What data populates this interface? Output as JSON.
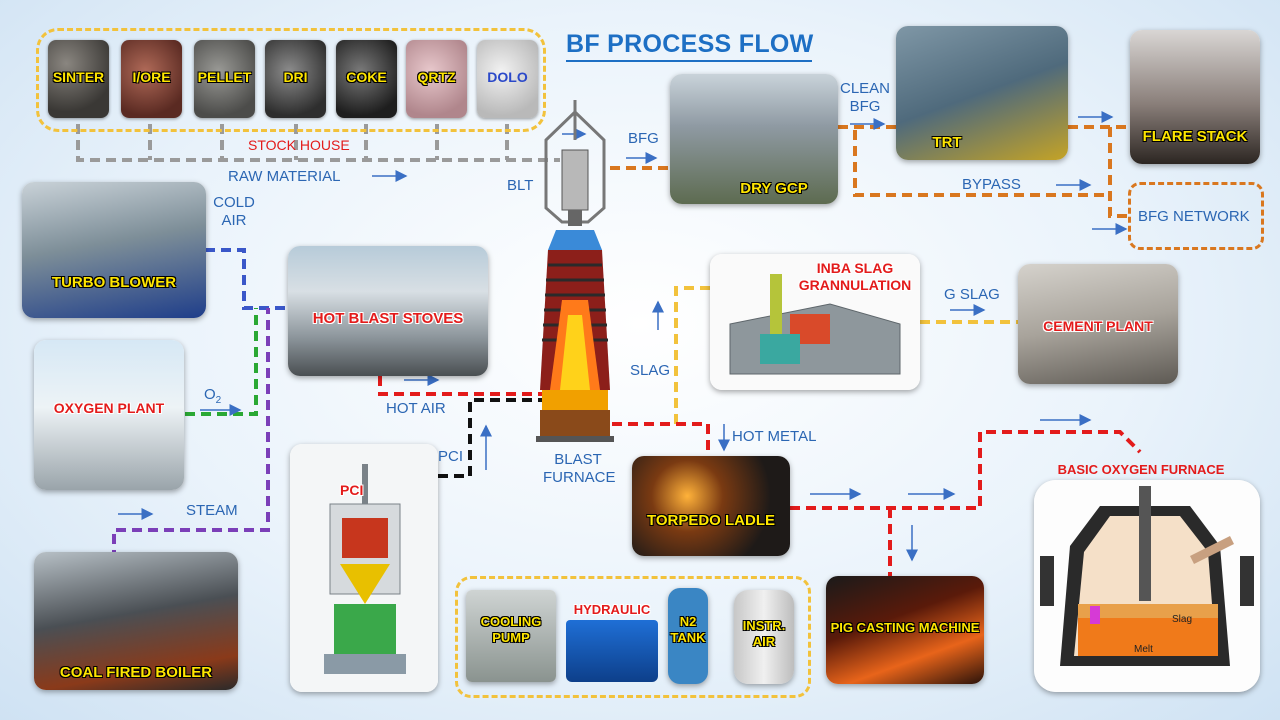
{
  "title": "BF PROCESS FLOW",
  "raw_materials": [
    "SINTER",
    "I/ORE",
    "PELLET",
    "DRI",
    "COKE",
    "QRTZ",
    "DOLO"
  ],
  "labels": {
    "stock_house": "STOCK HOUSE",
    "raw_material": "RAW MATERIAL",
    "blt": "BLT",
    "bfg": "BFG",
    "clean_bfg_1": "CLEAN",
    "clean_bfg_2": "BFG",
    "bypass": "BYPASS",
    "bfg_network": "BFG NETWORK",
    "cold_air_1": "COLD",
    "cold_air_2": "AIR",
    "o2": "O",
    "o2_sub": "2",
    "steam": "STEAM",
    "hot_air": "HOT AIR",
    "pci": "PCI",
    "blast_furnace_1": "BLAST",
    "blast_furnace_2": "FURNACE",
    "slag": "SLAG",
    "g_slag": "G SLAG",
    "hot_metal": "HOT METAL"
  },
  "units": {
    "dry_gcp": "DRY GCP",
    "trt": "TRT",
    "flare_stack": "FLARE STACK",
    "turbo_blower": "TURBO BLOWER",
    "hot_blast_stoves": "HOT BLAST STOVES",
    "oxygen_plant": "OXYGEN PLANT",
    "coal_fired_boiler": "COAL FIRED BOILER",
    "pci": "PCI",
    "inba_1": "INBA SLAG",
    "inba_2": "GRANNULATION",
    "cement_plant": "CEMENT PLANT",
    "torpedo_ladle": "TORPEDO LADLE",
    "pig_casting": "PIG CASTING MACHINE",
    "bof": "BASIC OXYGEN FURNACE",
    "cooling_1": "COOLING",
    "cooling_2": "PUMP",
    "hydraulic": "HYDRAULIC",
    "n2_1": "N2",
    "n2_2": "TANK",
    "instr_1": "INSTR.",
    "instr_2": "AIR",
    "bof_slag": "Slag",
    "bof_melt": "Melt"
  },
  "colors": {
    "gray_line": "#9a9a9a",
    "orange_line": "#d9771f",
    "blue_line": "#3a57c9",
    "green_line": "#2aa834",
    "purple_line": "#7b3fb8",
    "red_line": "#e31b1b",
    "black_line": "#111111",
    "yellow_line": "#f2c23c"
  }
}
